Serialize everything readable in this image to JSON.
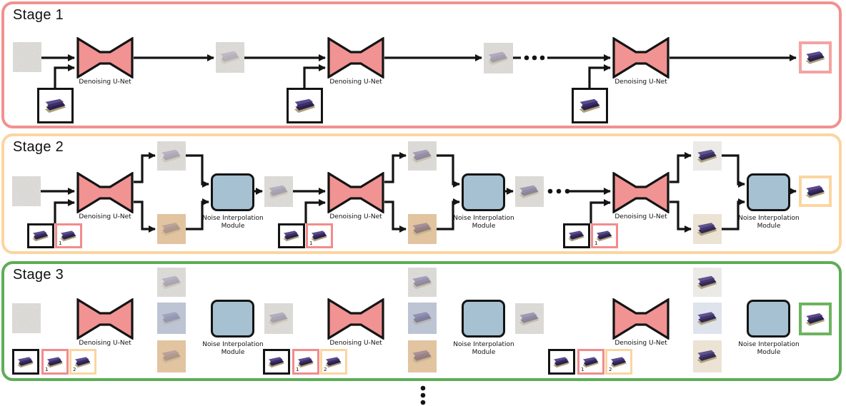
{
  "figure_type": "three-stage denoising diffusion pipeline",
  "stages": [
    {
      "label": "Stage 1",
      "panel_border": "#f2918f",
      "final_output_border": "#f4a3a1",
      "condition_boxes": [
        {
          "border": "#141414",
          "subscript": ""
        }
      ],
      "unet_outputs": [
        "gray"
      ],
      "has_interpolation_module": false
    },
    {
      "label": "Stage 2",
      "panel_border": "#fbd5a0",
      "final_output_border": "#fbd5a0",
      "condition_boxes": [
        {
          "border": "#141414",
          "subscript": ""
        },
        {
          "border": "#f28b8b",
          "subscript": "1"
        }
      ],
      "unet_outputs": [
        "gray",
        "orange"
      ],
      "has_interpolation_module": true
    },
    {
      "label": "Stage 3",
      "panel_border": "#5dad56",
      "final_output_border": "#6cb45f",
      "condition_boxes": [
        {
          "border": "#141414",
          "subscript": ""
        },
        {
          "border": "#f28b8b",
          "subscript": "1"
        },
        {
          "border": "#fbd5a0",
          "subscript": "2"
        }
      ],
      "unet_outputs": [
        "gray",
        "blue",
        "orange"
      ],
      "has_interpolation_module": true
    }
  ],
  "labels": {
    "denoising_unet": "Denoising U-Net",
    "interpolation_line1": "Noise Interpolation",
    "interpolation_line2": "Module"
  },
  "colors": {
    "outline": "#141414",
    "unet_fill": "#f09392",
    "interpolation_fill": "#a6c2d2",
    "noise_gray": "#e9e8e2",
    "noise_orange": "#f1cd9e",
    "noise_blue": "#c3cdde",
    "clean_gray": "#f3f2ed",
    "clean_blue": "#e5eaf3",
    "clean_tan": "#f3ead9",
    "couch_purple": "#5b4a8e",
    "couch_dark": "#29214e",
    "couch_base": "#b0a077"
  },
  "icons": {
    "unet": "bowtie-unet-icon",
    "condition": "couch-icon",
    "noise": "noise-image",
    "horizontal_ellipsis": "...",
    "vertical_ellipsis": "⋮"
  }
}
